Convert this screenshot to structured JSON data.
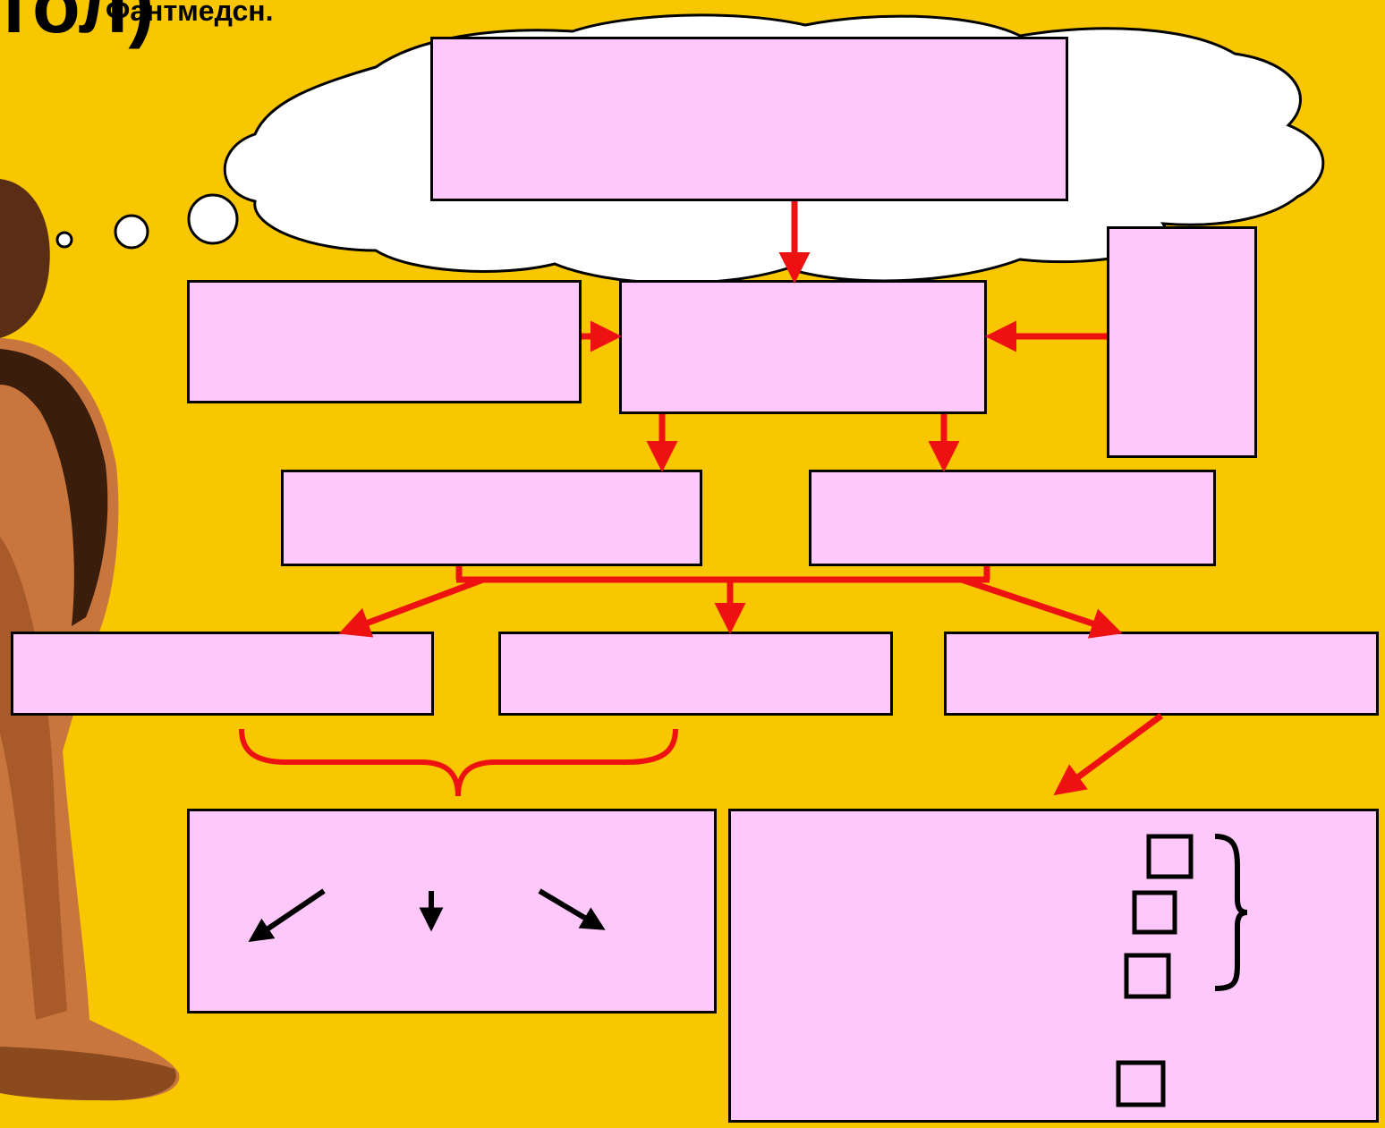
{
  "header": {
    "title_fragment": "тол)",
    "subtitle_fragment": "Фантмедсн."
  },
  "colors": {
    "background": "#F9C700",
    "box_fill": "#FFC8FB",
    "connector": "#EE1111",
    "outline": "#000000",
    "cloud": "#FFFFFF"
  },
  "diagram": {
    "boxes": [
      {
        "name": "top-box",
        "text": ""
      },
      {
        "name": "left-input-box",
        "text": ""
      },
      {
        "name": "center-box",
        "text": ""
      },
      {
        "name": "right-tall-box",
        "text": ""
      },
      {
        "name": "middle-left-box",
        "text": ""
      },
      {
        "name": "middle-right-box",
        "text": ""
      },
      {
        "name": "lower-left-box",
        "text": ""
      },
      {
        "name": "lower-center-box",
        "text": ""
      },
      {
        "name": "lower-right-box",
        "text": ""
      },
      {
        "name": "bottom-left-box",
        "text": ""
      },
      {
        "name": "bottom-right-box",
        "text": ""
      }
    ],
    "icons": [
      "thought-cloud-icon",
      "thought-bubble-icon",
      "curly-brace-icon",
      "checkbox-icon",
      "arrow-icon"
    ]
  }
}
